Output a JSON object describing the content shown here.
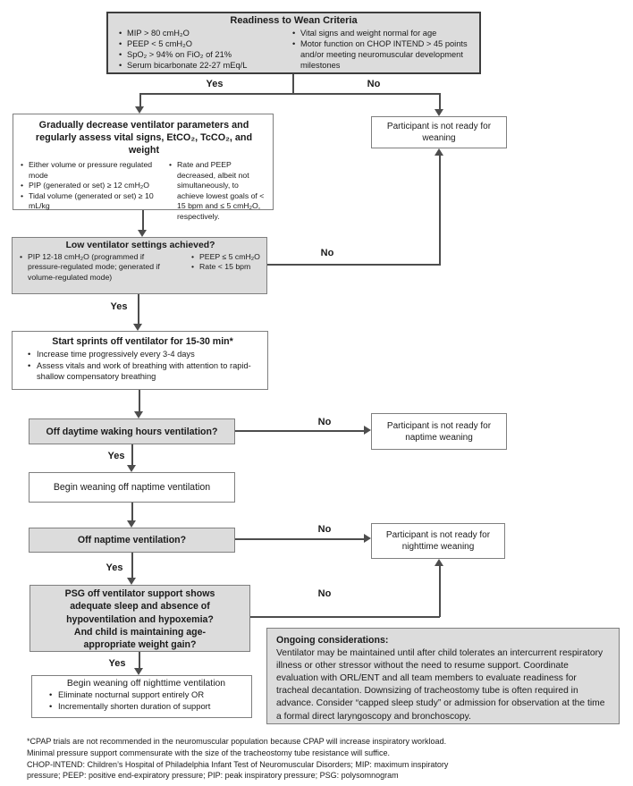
{
  "labels": {
    "yes": "Yes",
    "no": "No"
  },
  "readiness": {
    "title": "Readiness to Wean Criteria",
    "left_bullets": [
      "MIP > 80 cmH₂O",
      "PEEP < 5 cmH₂O",
      "SpO₂ > 94% on FiO₂ of 21%",
      "Serum bicarbonate 22-27 mEq/L"
    ],
    "right_bullets": [
      "Vital signs and weight normal for age",
      "Motor function on CHOP INTEND > 45 points and/or meeting neuromuscular development milestones"
    ]
  },
  "not_ready_weaning": {
    "text": "Participant is not ready for weaning"
  },
  "decrease": {
    "title_lines": [
      "Gradually decrease ventilator parameters and",
      "regularly assess vital signs, EtCO₂, TcCO₂, and weight"
    ],
    "left_bullets": [
      "Either volume or pressure regulated mode",
      "PIP (generated or set) ≥ 12 cmH₂O",
      "Tidal volume (generated or set) ≥ 10 mL/kg"
    ],
    "right_bullets": [
      "Rate and PEEP decreased, albeit not simultaneously, to achieve lowest goals of < 15 bpm and ≤ 5 cmH₂O, respectively."
    ]
  },
  "low_settings": {
    "title": "Low ventilator settings achieved?",
    "left_bullets": [
      "PIP 12-18 cmH₂O (programmed if pressure-regulated mode; generated if volume-regulated mode)"
    ],
    "right_bullets": [
      "PEEP ≤ 5 cmH₂O",
      "Rate < 15 bpm"
    ]
  },
  "sprints": {
    "title": "Start sprints off ventilator for 15-30 min*",
    "bullets": [
      "Increase time progressively every 3-4 days",
      "Assess vitals and work of breathing with attention to rapid-shallow compensatory breathing"
    ]
  },
  "daytime": {
    "title": "Off daytime waking hours ventilation?"
  },
  "not_ready_naptime": {
    "text": "Participant is not ready for naptime weaning"
  },
  "begin_naptime": {
    "text": "Begin weaning off naptime ventilation"
  },
  "naptime": {
    "title": "Off naptime ventilation?"
  },
  "not_ready_nighttime": {
    "text": "Participant is not ready for nighttime weaning"
  },
  "psg": {
    "title_lines": [
      "PSG off ventilator support shows",
      "adequate sleep and absence of",
      "hypoventilation and hypoxemia?",
      "And child is maintaining age-",
      "appropriate weight gain?"
    ]
  },
  "begin_nighttime": {
    "title": "Begin weaning off nighttime ventilation",
    "bullets": [
      "Eliminate nocturnal support entirely OR",
      "Incrementally shorten duration of support"
    ]
  },
  "ongoing": {
    "heading": "Ongoing considerations:",
    "body": "Ventilator may be maintained until after child tolerates an intercurrent respiratory illness or other stressor without the need to resume support. Coordinate evaluation with ORL/ENT and all team members to evaluate readiness for tracheal decantation. Downsizing of tracheostomy tube is often required in advance. Consider “capped sleep study” or admission for observation at the time a formal direct laryngoscopy and bronchoscopy."
  },
  "footnotes": [
    "*CPAP trials are not recommended in the neuromuscular population because CPAP will increase inspiratory workload.",
    "Minimal pressure support commensurate with the size of the tracheostomy tube resistance will suffice.",
    "CHOP-INTEND: Children’s Hospital of Philadelphia Infant Test of Neuromuscular Disorders; MIP: maximum inspiratory",
    "pressure; PEEP: positive end-expiratory pressure; PIP: peak inspiratory pressure; PSG: polysomnogram"
  ],
  "colors": {
    "box_fill_gray": "#dcdcdc",
    "line_gray": "#4d4d4d",
    "border_gray": "#7f7f7f",
    "text": "#1a1a1a"
  }
}
